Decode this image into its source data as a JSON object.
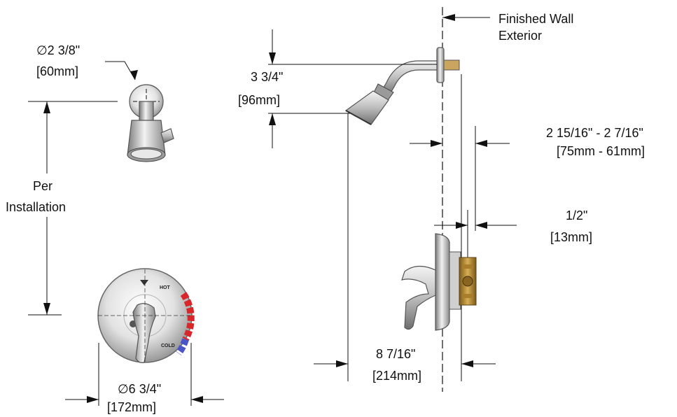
{
  "labels": {
    "head_dia": "∅2 3/8\"",
    "head_dia_mm": "[60mm]",
    "per": "Per",
    "installation": "Installation",
    "drop": "3 3/4\"",
    "drop_mm": "[96mm]",
    "wall_1": "Finished Wall",
    "wall_2": "Exterior",
    "depth": "2 15/16\" - 2 7/16\"",
    "depth_mm": "[75mm - 61mm]",
    "half": "1/2\"",
    "half_mm": "[13mm]",
    "reach": "8 7/16\"",
    "reach_mm": "[214mm]",
    "plate_dia": "∅6 3/4\"",
    "plate_dia_mm": "[172mm]",
    "hot": "HOT",
    "cold": "COLD"
  },
  "colors": {
    "line": "#111111",
    "chrome_light": "#eeeeee",
    "chrome_mid": "#b8b8b8",
    "chrome_dark": "#6a6a6a",
    "hot": "#d9262b",
    "cold": "#4a55c8",
    "valve_brass": "#c89a3c"
  }
}
